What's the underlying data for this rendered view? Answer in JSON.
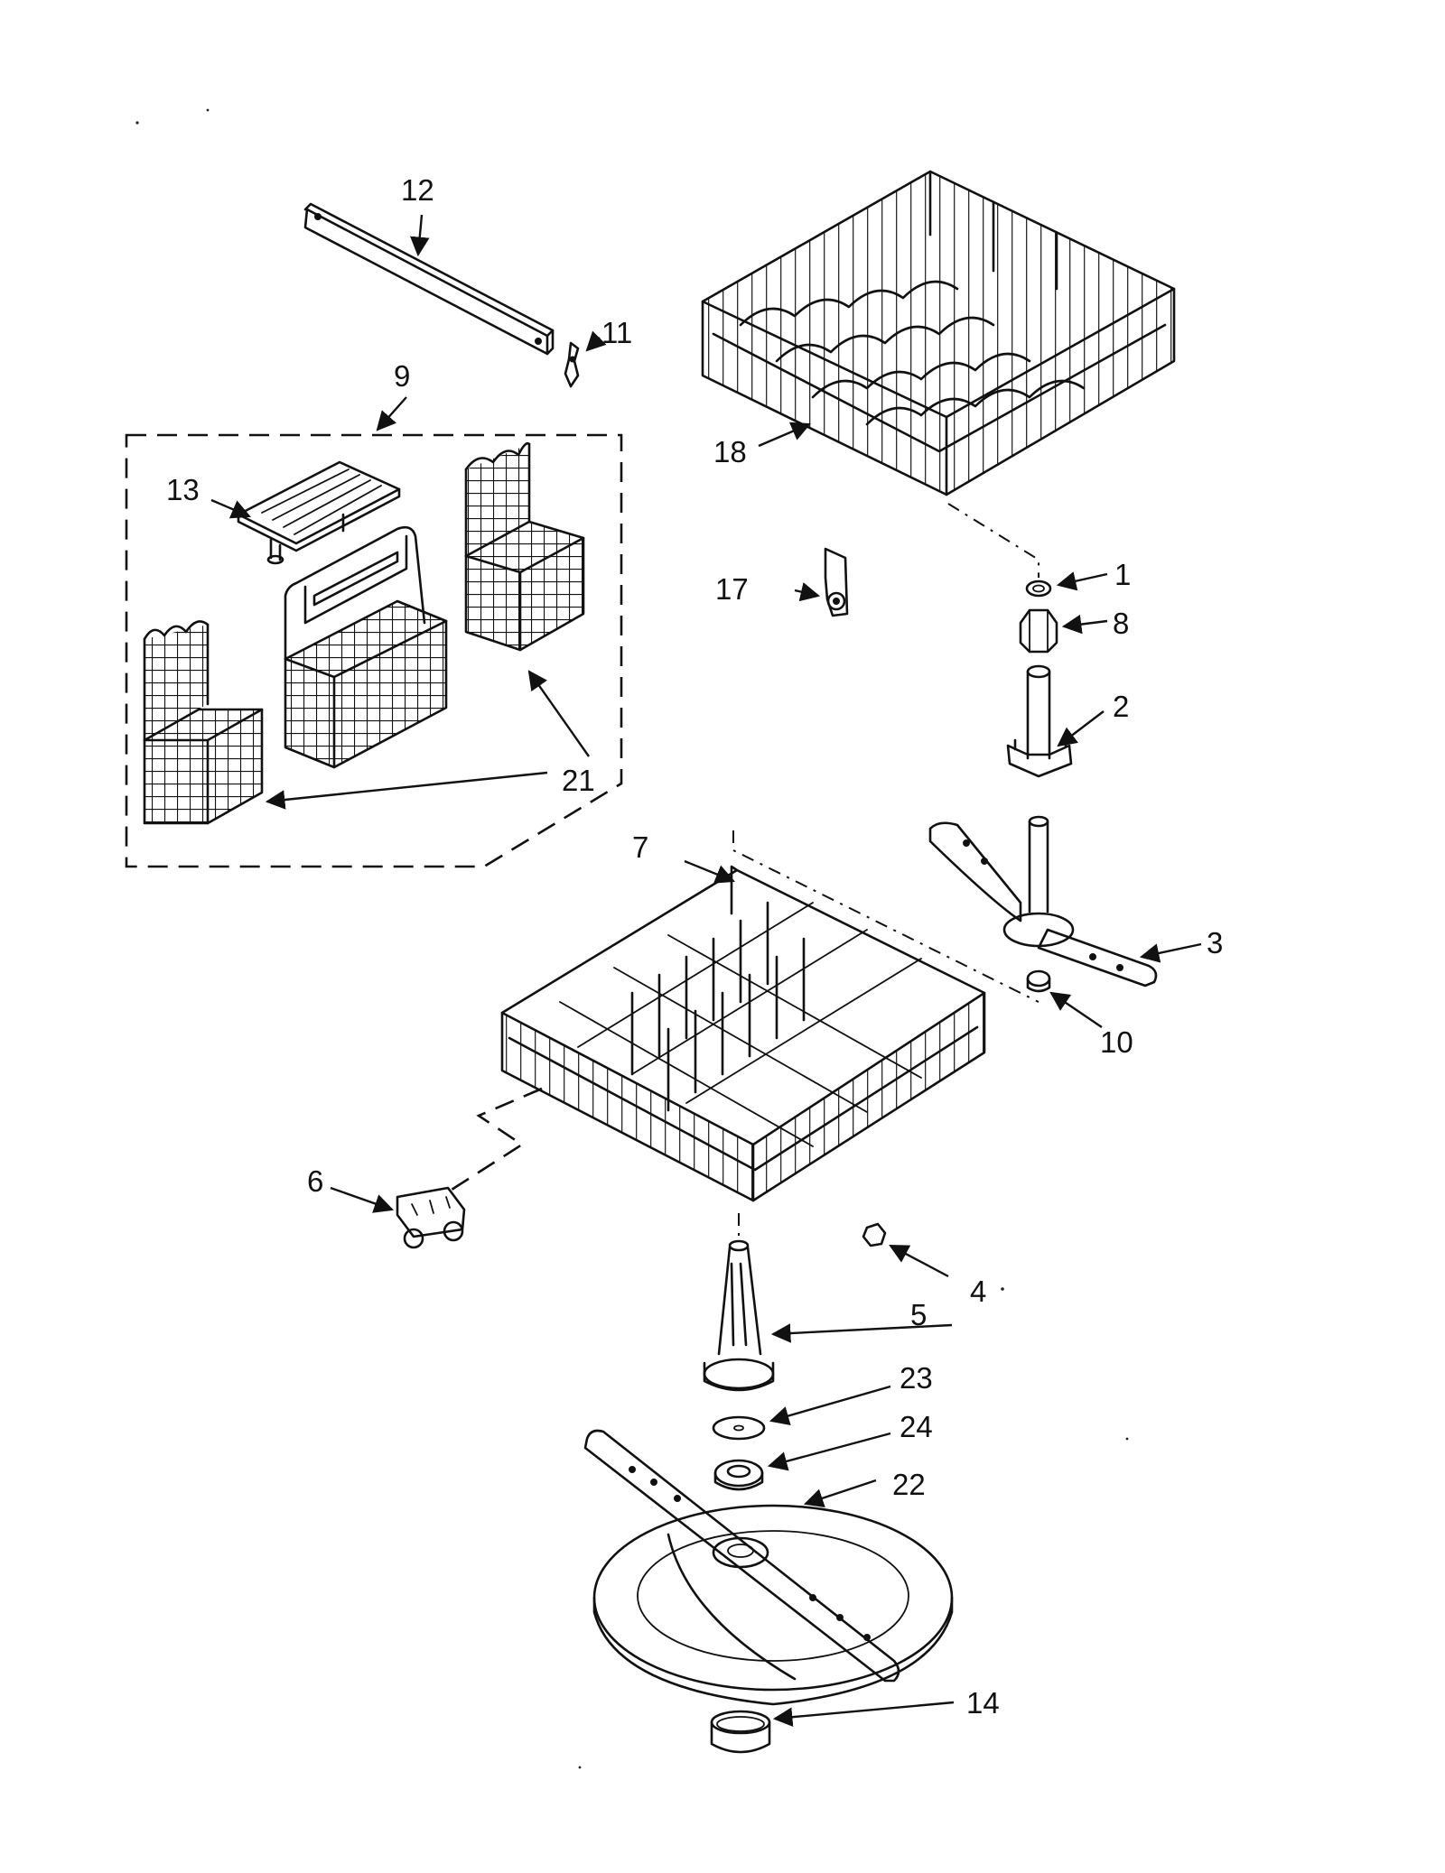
{
  "callouts": {
    "c1": "1",
    "c2": "2",
    "c3": "3",
    "c4": "4",
    "c5": "5",
    "c6": "6",
    "c7": "7",
    "c8": "8",
    "c9": "9",
    "c10": "10",
    "c11": "11",
    "c12": "12",
    "c13": "13",
    "c14": "14",
    "c17": "17",
    "c18": "18",
    "c21": "21",
    "c22": "22",
    "c23": "23",
    "c24": "24"
  },
  "icons": {
    "upper_rack": "upper-dishrack-drawing",
    "lower_rack": "lower-dishrack-drawing",
    "silverware_basket": "silverware-basket-drawing",
    "spray_arm": "spray-arm-drawing"
  }
}
